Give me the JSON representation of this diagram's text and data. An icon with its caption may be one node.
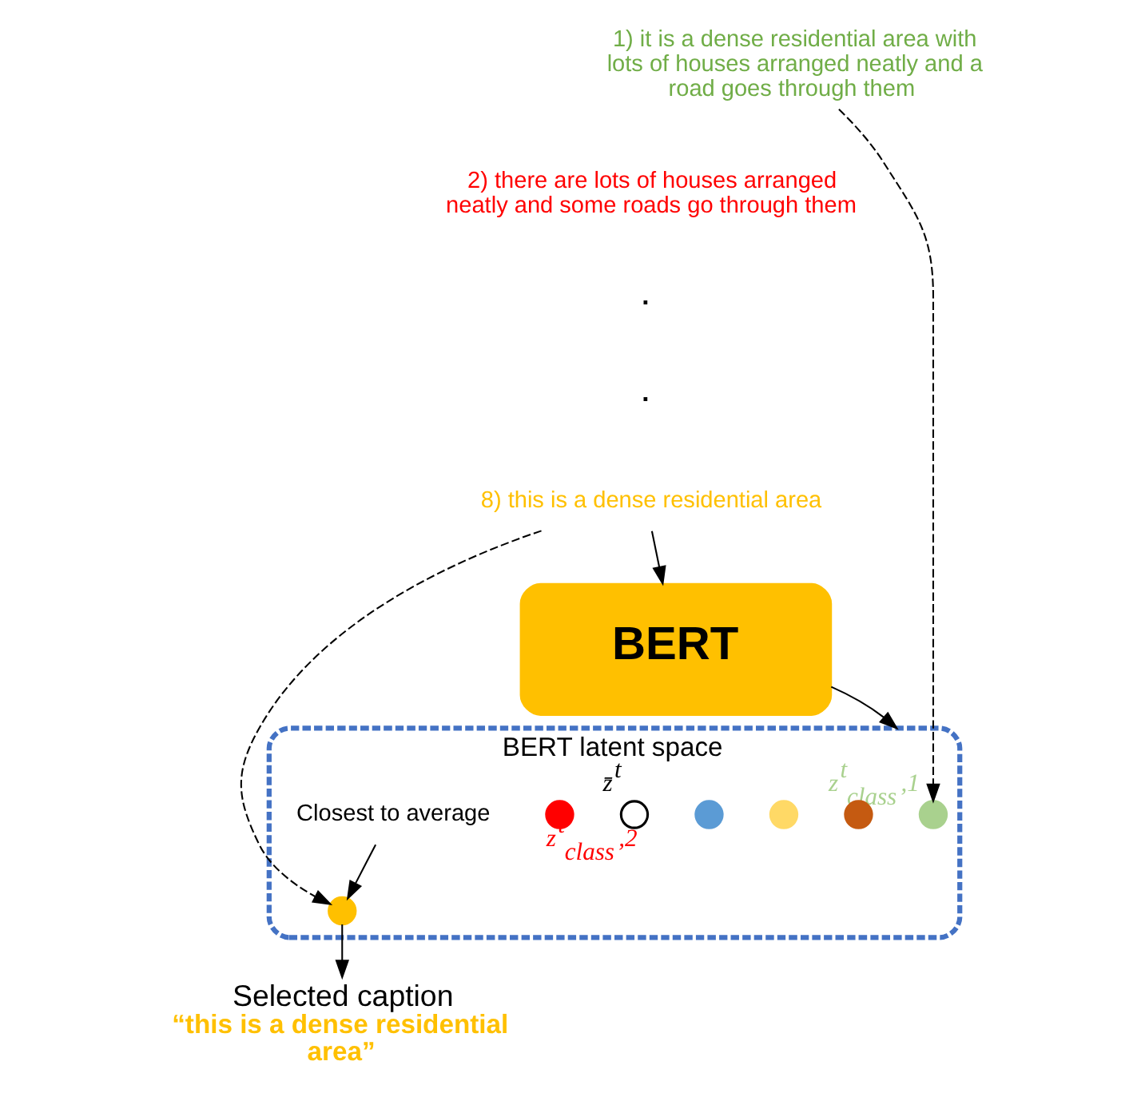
{
  "diagram": {
    "nodes": [
      {
        "text": [
          "1) it is a dense residential area with lots of houses arranged neatly and a road goes through them"
        ]
      },
      {
        "text": [
          "2) there are lots of houses arranged neatly and some roads go through them"
        ]
      },
      {
        "text": [
          "8) this is a dense residential area"
        ]
      },
      {
        "text": [
          "BERT"
        ]
      },
      {
        "text": [
          "BERT latent space"
        ]
      },
      {
        "text": [],
        "shape": "circle",
        "in": 4,
        "beside": [
          "z$^{t}$$_{class}$ ,1"
        ]
      },
      {
        "text": [],
        "shape": "circle",
        "in": 4
      },
      {
        "text": [],
        "shape": "circle",
        "in": 4
      },
      {
        "text": [],
        "shape": "circle",
        "in": 4
      },
      {
        "text": [],
        "shape": "circle",
        "in": 4
      },
      {
        "text": [],
        "shape": "circle",
        "in": 4,
        "beside": [
          "z̄$^{t}$"
        ]
      },
      {
        "text": [],
        "shape": "circle",
        "in": 4,
        "beside": [
          "z$^{t}$$_{class}$ ,2"
        ]
      },
      {
        "text": [
          "Closest to average"
        ],
        "in": 4
      },
      {
        "text": [
          "Selected caption",
          "“this is a dense residential area”"
        ]
      }
    ],
    "edges": [
      {
        "from": 0,
        "to": 5,
        "arrow": "to",
        "style": "dashed"
      },
      {
        "from": 2,
        "to": 8,
        "arrow": "to",
        "style": "dashed"
      },
      {
        "from": 2,
        "to": 3,
        "arrow": "to"
      },
      {
        "from": 3,
        "to": 4,
        "arrow": "to"
      },
      {
        "from": 12,
        "to": 8,
        "arrow": "to"
      },
      {
        "from": 8,
        "to": 13,
        "arrow": "to"
      }
    ],
    "labels": [
      ".",
      "."
    ]
  }
}
